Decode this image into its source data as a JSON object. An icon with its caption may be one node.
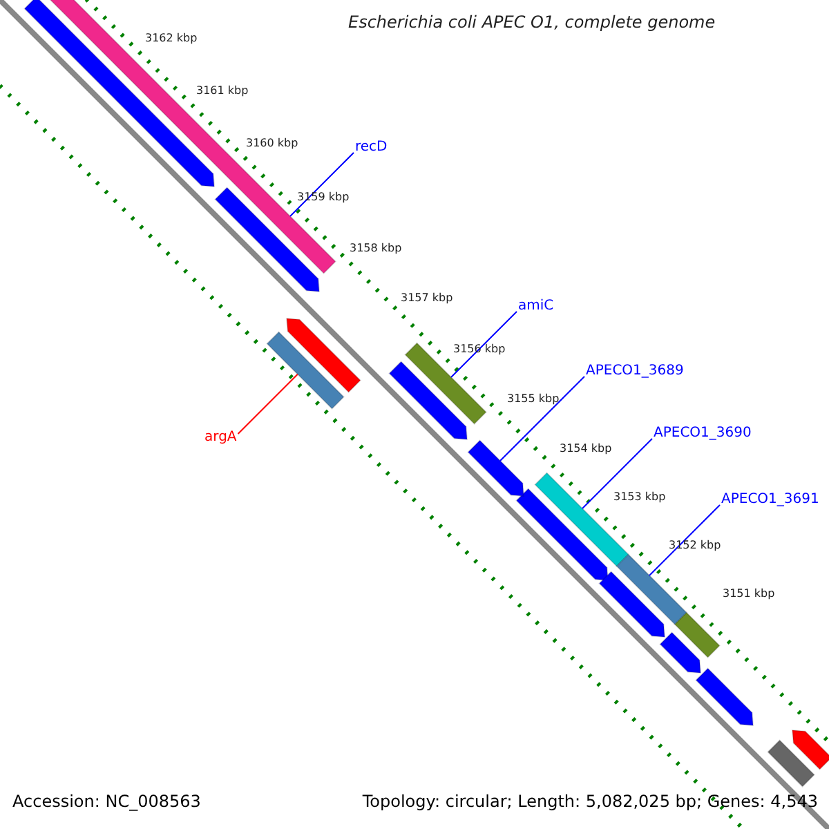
{
  "diagram": {
    "title": "Escherichia coli APEC O1, complete genome",
    "nodes": [
      {
        "text": [
          "recD"
        ]
      },
      {
        "text": [],
        "shape": "bar"
      },
      {
        "text": [
          "amiC"
        ]
      },
      {
        "text": [],
        "shape": "bar"
      },
      {
        "text": [
          "APECO1_3689"
        ]
      },
      {
        "text": [],
        "shape": "bar"
      },
      {
        "text": [
          "APECO1_3690"
        ]
      },
      {
        "text": [],
        "shape": "bar"
      },
      {
        "text": [
          "APECO1_3691"
        ]
      },
      {
        "text": [],
        "shape": "bar"
      },
      {
        "text": [
          "argA"
        ]
      },
      {
        "text": [],
        "shape": "bar"
      },
      {
        "text": [],
        "shape": "bar"
      },
      {
        "text": [],
        "shape": "bar"
      },
      {
        "text": [],
        "shape": "bar"
      },
      {
        "text": [],
        "shape": "bar"
      },
      {
        "text": [],
        "shape": "bar"
      },
      {
        "text": [],
        "shape": "bar"
      },
      {
        "text": [],
        "shape": "bar"
      },
      {
        "text": [],
        "shape": "bar"
      },
      {
        "text": [],
        "shape": "bar"
      },
      {
        "text": [],
        "shape": "bar"
      },
      {
        "text": [],
        "shape": "bar"
      }
    ],
    "edges": [
      {
        "from": 0,
        "to": 1,
        "arrow": "none"
      },
      {
        "from": 2,
        "to": 3,
        "arrow": "none"
      },
      {
        "from": 4,
        "to": 5,
        "arrow": "none"
      },
      {
        "from": 6,
        "to": 7,
        "arrow": "none"
      },
      {
        "from": 8,
        "to": 9,
        "arrow": "none"
      },
      {
        "from": 10,
        "to": 11,
        "arrow": "none",
        "color": "#ff0000"
      }
    ],
    "labels": [
      "3162 kbp",
      "3161 kbp",
      "3160 kbp",
      "3159 kbp",
      "3158 kbp",
      "3157 kbp",
      "3156 kbp",
      "3155 kbp",
      "3154 kbp",
      "3153 kbp",
      "3152 kbp",
      "3151 kbp",
      "Accession: NC_008563",
      "Topology: circular; Length: 5,082,025 bp; Genes: 4,543"
    ]
  }
}
